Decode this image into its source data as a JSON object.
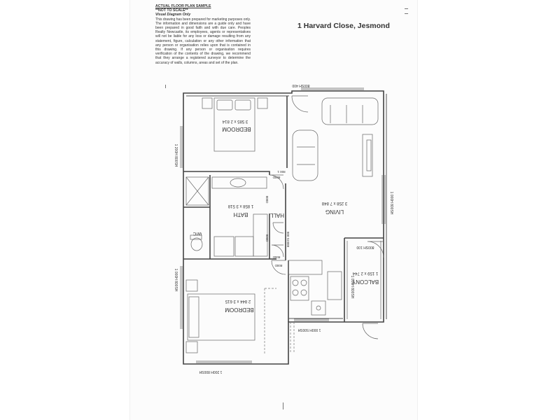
{
  "disclaimer": {
    "title": "ACTUAL FLOOR PLAN SAMPLE",
    "not_to_scale": "**NOT TO SCALE**",
    "subtitle": "Visual Diagram Only",
    "body": "This drawing has been prepared for marketing purposes only. The information and dimensions are a guide only and have been prepared in good faith and with due care. Peoples Realty Newcastle, its employees, agents or representatives will not be liable for any loss or damage resulting from any statement, figure, calculation or any other information that any person or organisation relies upon that is contained in this drawing. If any person or organisation requires verification of the contents of the drawing, we recommend that they arrange a registered surveyor to determine the accuracy of walls, columns, areas and set of the plan."
  },
  "address": "1 Harvard Close, Jesmond",
  "rooms": {
    "bedroom1": {
      "name": "BEDROOM",
      "dims": "3 585 x 2 814"
    },
    "bath": {
      "name": "BATH",
      "dims": "1 858 x 3 518"
    },
    "hall": {
      "name": "HALL"
    },
    "wc": {
      "name": "W/C"
    },
    "living": {
      "name": "LIVING",
      "dims": "3 258 x 7 848"
    },
    "bedroom2": {
      "name": "BEDROOM",
      "dims": "2 844 x 3 615"
    },
    "balcony": {
      "name": "BALCONY",
      "dims": "1 159 x 2 744"
    }
  },
  "openings": {
    "top_window": "800SH 400",
    "left_window_1": "1 200H 800SH",
    "left_window_2": "1 000H 800SH",
    "right_window_1": "1 000H 800SH",
    "right_window_2": "1 000H 800SH",
    "bottom_window_1": "1 200H 800SH",
    "bottom_window_2": "1 000H 500SH",
    "door_bed1": "800D",
    "door_bath_1": "800D",
    "door_bath_2": "800D",
    "door_hall": "800D",
    "door_bed2": "800D",
    "door_living": "800 SX888",
    "balcony_door": "800SH 100",
    "door_living_2": "800 1"
  }
}
